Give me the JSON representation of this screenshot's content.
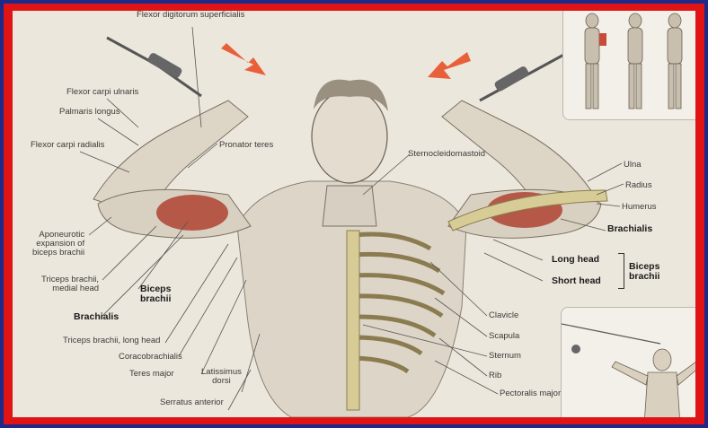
{
  "colors": {
    "outer_border": "#1d2a8a",
    "inner_border": "#e01414",
    "background": "#ece7dc",
    "muscle": "#b65848",
    "bone": "#d8cc96",
    "arrow": "#e8603a"
  },
  "labels": {
    "flexor_digitorum": "Flexor digitorum superficialis",
    "flexor_carpi_ulnaris": "Flexor carpi ulnaris",
    "palmaris_longus": "Palmaris longus",
    "flexor_carpi_radialis": "Flexor carpi radialis",
    "pronator_teres": "Pronator teres",
    "sternocleidomastoid": "Sternocleidomastoid",
    "aponeurotic": "Aponeurotic\nexpansion of\nbiceps brachii",
    "triceps_medial": "Triceps brachii,\nmedial head",
    "biceps_left": "Biceps\nbrachii",
    "brachialis_left": "Brachialis",
    "triceps_long": "Triceps brachii, long head",
    "coracobrachialis": "Coracobrachialis",
    "teres_major": "Teres major",
    "latissimus": "Latissimus\ndorsi",
    "serratus": "Serratus anterior",
    "ulna": "Ulna",
    "radius": "Radius",
    "humerus": "Humerus",
    "brachialis_right": "Brachialis",
    "long_head": "Long head",
    "short_head": "Short head",
    "biceps_right": "Biceps\nbrachii",
    "clavicle": "Clavicle",
    "scapula": "Scapula",
    "sternum": "Sternum",
    "rib": "Rib",
    "pectoralis": "Pectoralis major"
  }
}
